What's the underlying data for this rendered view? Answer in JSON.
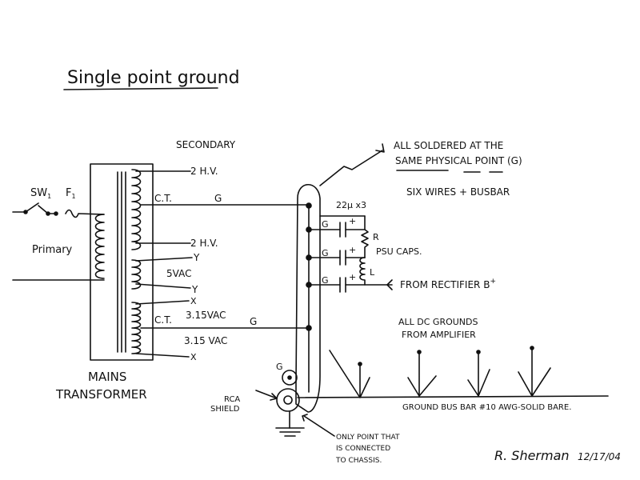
{
  "title": "Single point ground",
  "labels": {
    "secondary": "SECONDARY",
    "hv1": "2 H.V.",
    "hv2": "2 H.V.",
    "ct1": "C.T.",
    "ct2": "C.T.",
    "g1": "G",
    "g2": "G",
    "y1": "Y",
    "y2": "Y",
    "x1": "X",
    "x2": "X",
    "v5": "5VAC",
    "v315a": "3.15VAC",
    "v315b": "3.15 VAC",
    "sw": "SW",
    "sw_sub": "1",
    "fuse": "F",
    "fuse_sub": "1",
    "primary": "Primary",
    "mains1": "MAINS",
    "mains2": "TRANSFORMER",
    "note_line1": "ALL SOLDERED AT THE",
    "note_line2": "SAME PHYSICAL POINT (G)",
    "note_line3": "SIX WIRES + BUSBAR",
    "caps": "22μ x3",
    "cap_g1": "G",
    "cap_g2": "G",
    "cap_g3": "G",
    "plus1": "+",
    "plus2": "+",
    "plus3": "+",
    "r": "R",
    "l": "L",
    "psu_caps": "PSU CAPS.",
    "from_rect": "FROM RECTIFIER B",
    "from_rect_sup": "+",
    "dc_grounds1": "ALL DC GROUNDS",
    "dc_grounds2": "FROM AMPLIFIER",
    "bus_bar": "GROUND BUS BAR #10 AWG-SOLID BARE.",
    "rca_g": "G",
    "rca1": "RCA",
    "rca2": "SHIELD",
    "only1": "ONLY POINT THAT",
    "only2": "IS CONNECTED",
    "only3": "TO CHASSIS.",
    "signature": "R. Sherman",
    "date": "12/17/04"
  }
}
